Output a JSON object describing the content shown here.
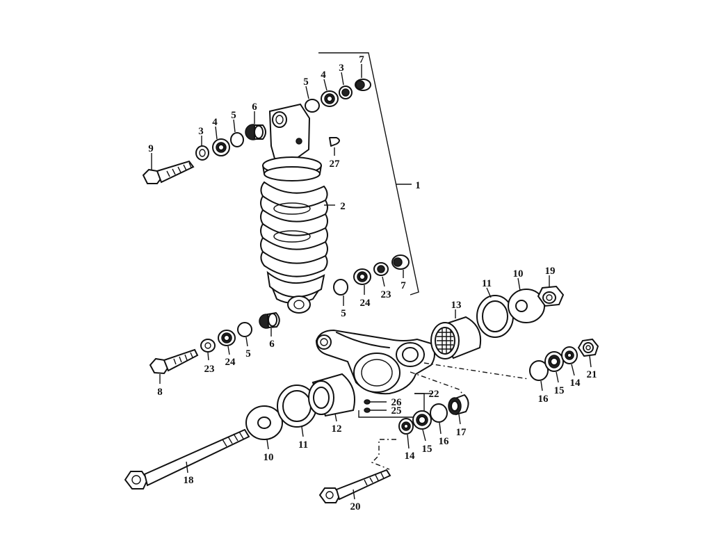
{
  "diagram": {
    "callouts": [
      {
        "id": "c1",
        "text": "1"
      },
      {
        "id": "c2",
        "text": "2"
      },
      {
        "id": "c3a",
        "text": "3"
      },
      {
        "id": "c3b",
        "text": "3"
      },
      {
        "id": "c4a",
        "text": "4"
      },
      {
        "id": "c4b",
        "text": "4"
      },
      {
        "id": "c5a",
        "text": "5"
      },
      {
        "id": "c5b",
        "text": "5"
      },
      {
        "id": "c5c",
        "text": "5"
      },
      {
        "id": "c5d",
        "text": "5"
      },
      {
        "id": "c6a",
        "text": "6"
      },
      {
        "id": "c6b",
        "text": "6"
      },
      {
        "id": "c7a",
        "text": "7"
      },
      {
        "id": "c7b",
        "text": "7"
      },
      {
        "id": "c8",
        "text": "8"
      },
      {
        "id": "c9",
        "text": "9"
      },
      {
        "id": "c10a",
        "text": "10"
      },
      {
        "id": "c10b",
        "text": "10"
      },
      {
        "id": "c11a",
        "text": "11"
      },
      {
        "id": "c11b",
        "text": "11"
      },
      {
        "id": "c12",
        "text": "12"
      },
      {
        "id": "c13",
        "text": "13"
      },
      {
        "id": "c14a",
        "text": "14"
      },
      {
        "id": "c14b",
        "text": "14"
      },
      {
        "id": "c15a",
        "text": "15"
      },
      {
        "id": "c15b",
        "text": "15"
      },
      {
        "id": "c16a",
        "text": "16"
      },
      {
        "id": "c16b",
        "text": "16"
      },
      {
        "id": "c17",
        "text": "17"
      },
      {
        "id": "c18",
        "text": "18"
      },
      {
        "id": "c19",
        "text": "19"
      },
      {
        "id": "c20",
        "text": "20"
      },
      {
        "id": "c21",
        "text": "21"
      },
      {
        "id": "c22",
        "text": "22"
      },
      {
        "id": "c23a",
        "text": "23"
      },
      {
        "id": "c23b",
        "text": "23"
      },
      {
        "id": "c24a",
        "text": "24"
      },
      {
        "id": "c24b",
        "text": "24"
      },
      {
        "id": "c25",
        "text": "25"
      },
      {
        "id": "c26",
        "text": "26"
      },
      {
        "id": "c27",
        "text": "27"
      }
    ]
  }
}
